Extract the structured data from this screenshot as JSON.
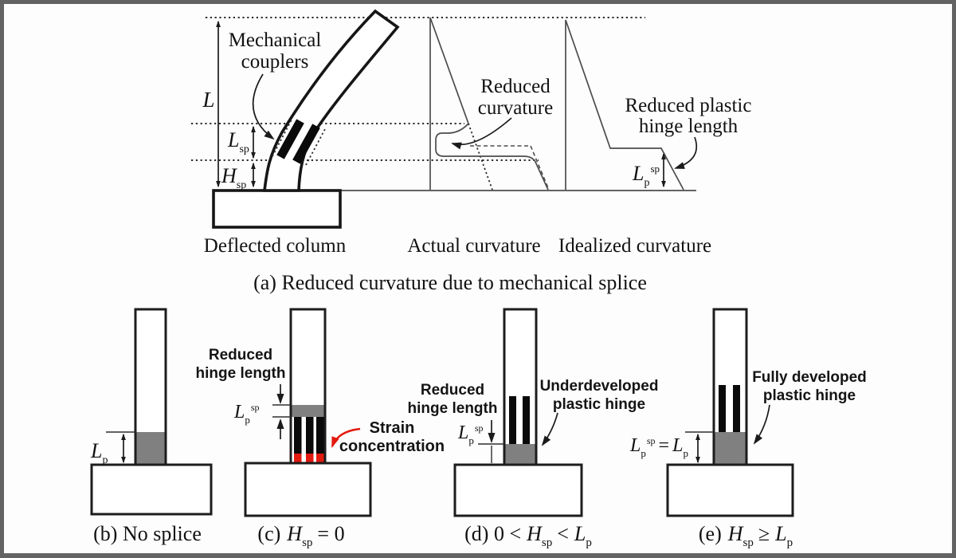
{
  "colors": {
    "hinge_gray": "#808080",
    "bar_black": "#0a0a0a",
    "strain_red": "#e2190f",
    "ink": "#1b1b1b"
  },
  "panel_a": {
    "caption": "(a) Reduced curvature due to mechanical splice",
    "deflected": {
      "caption": "Deflected column",
      "couplers_line1": "Mechanical",
      "couplers_line2": "couplers",
      "dim_L": "L",
      "Lsp_base": "L",
      "Lsp_sub": "sp",
      "Hsp_base": "H",
      "Hsp_sub": "sp"
    },
    "actual": {
      "caption": "Actual curvature",
      "label_line1": "Reduced",
      "label_line2": "curvature"
    },
    "idealized": {
      "caption": "Idealized curvature",
      "label_line1": "Reduced plastic",
      "label_line2": "hinge length",
      "Lp_base": "L",
      "Lp_sub": "p",
      "Lp_sup": "sp"
    }
  },
  "panel_b": {
    "Lp_base": "L",
    "Lp_sub": "p",
    "caption": "(b) No splice"
  },
  "panel_c": {
    "label_line1": "Reduced",
    "label_line2": "hinge length",
    "Lp_base": "L",
    "Lp_sub": "p",
    "Lp_sup": "sp",
    "strain_line1": "Strain",
    "strain_line2": "concentration",
    "caption_prefix": "(c)",
    "caption_H": "H",
    "caption_Hsub": "sp",
    "caption_suffix": "= 0"
  },
  "panel_d": {
    "label_line1": "Reduced",
    "label_line2": "hinge length",
    "Lp_base": "L",
    "Lp_sub": "p",
    "Lp_sup": "sp",
    "hinge_line1": "Underdeveloped",
    "hinge_line2": "plastic hinge",
    "caption_prefix": "(d) 0 <",
    "caption_H": "H",
    "caption_Hsub": "sp",
    "caption_mid": "<",
    "caption_L": "L",
    "caption_Lsub": "p"
  },
  "panel_e": {
    "eq_L1": "L",
    "eq_L1sub": "p",
    "eq_L1sup": "sp",
    "eq_sign": "=",
    "eq_L2": "L",
    "eq_L2sub": "p",
    "hinge_line1": "Fully developed",
    "hinge_line2": "plastic hinge",
    "caption_prefix": "(e)",
    "caption_H": "H",
    "caption_Hsub": "sp",
    "caption_mid": "≥",
    "caption_L": "L",
    "caption_Lsub": "p"
  }
}
